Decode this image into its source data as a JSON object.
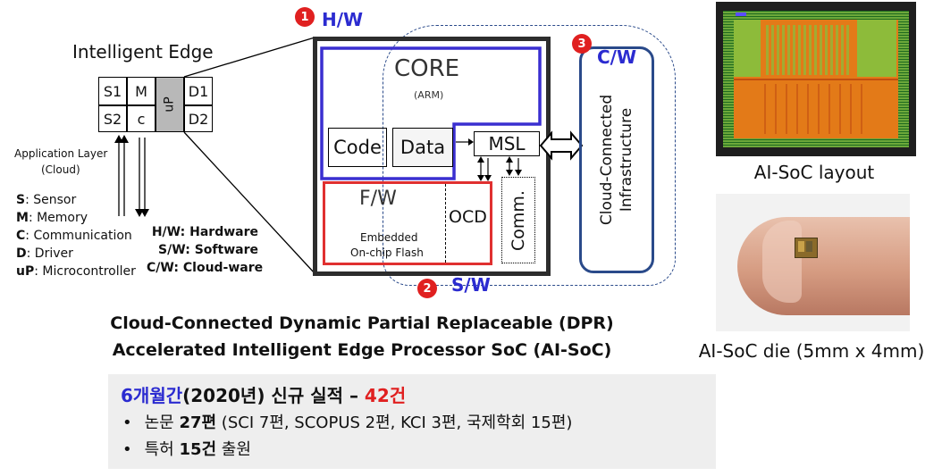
{
  "edge": {
    "title": "Intelligent Edge",
    "cells": {
      "s1": "S1",
      "m": "M",
      "up": "uP",
      "d1": "D1",
      "s2": "S2",
      "c": "c",
      "d2": "D2"
    },
    "app_layer": "Application Layer",
    "cloud": "(Cloud)"
  },
  "legend": {
    "items": [
      {
        "key": "S",
        "text": ": Sensor"
      },
      {
        "key": "M",
        "text": ": Memory"
      },
      {
        "key": "C",
        "text": ": Communication"
      },
      {
        "key": "D",
        "text": ": Driver"
      },
      {
        "key": "uP",
        "text": ": Microcontroller"
      }
    ],
    "ware": [
      "H/W: Hardware",
      "S/W: Software",
      "C/W: Cloud-ware"
    ]
  },
  "diagram": {
    "badge1": "1",
    "hw": "H/W",
    "badge2": "2",
    "sw": "S/W",
    "badge3": "3",
    "cw": "C/W",
    "core": "CORE",
    "arm": "(ARM)",
    "code": "Code",
    "data": "Data",
    "msl": "MSL",
    "fw": "F/W",
    "ocd": "OCD",
    "comm": "Comm.",
    "embedded": "Embedded",
    "flash": "On-chip Flash",
    "cloud_infra_1": "Cloud-Connected",
    "cloud_infra_2": "Infrastructure"
  },
  "title": {
    "line1": "Cloud-Connected Dynamic Partial Replaceable (DPR)",
    "line2": "Accelerated Intelligent Edge Processor SoC (AI-SoC)"
  },
  "summary": {
    "heading_blue": "6개월간",
    "heading_black": "(2020년) 신규 실적 – ",
    "heading_red": "42건",
    "bullet1_pre": "논문 ",
    "bullet1_bold": "27편",
    "bullet1_post": " (SCI 7편, SCOPUS 2편, KCI 3편, 국제학회 15편)",
    "bullet2_pre": "특허 ",
    "bullet2_bold": "15건",
    "bullet2_post": " 출원"
  },
  "photos": {
    "layout_caption": "AI-SoC layout",
    "die_caption": "AI-SoC die (5mm x 4mm)"
  },
  "colors": {
    "blue": "#2b2bd0",
    "red": "#e02020",
    "navy": "#2a4a8a",
    "gray": "#b8b8b8",
    "panel": "#eeeeee"
  }
}
